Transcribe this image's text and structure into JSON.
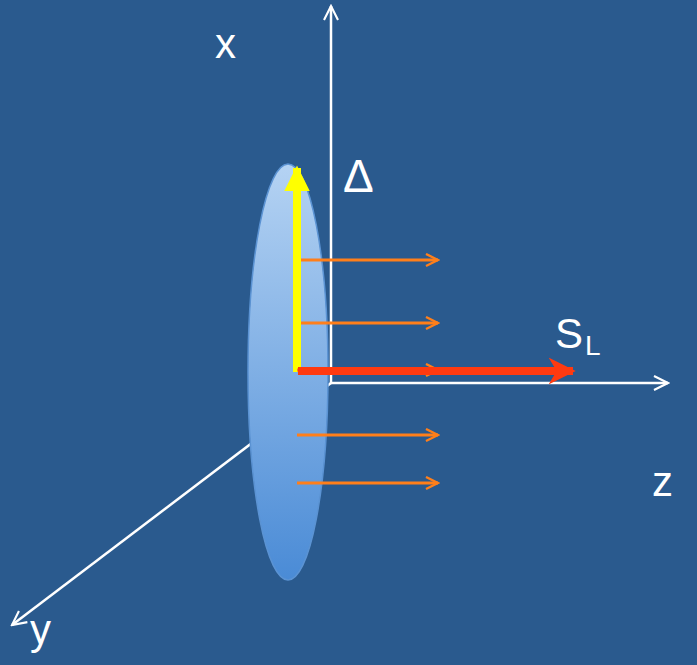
{
  "diagram": {
    "labels": [
      "x",
      "Δ",
      "S",
      "L",
      "z",
      "y"
    ]
  }
}
